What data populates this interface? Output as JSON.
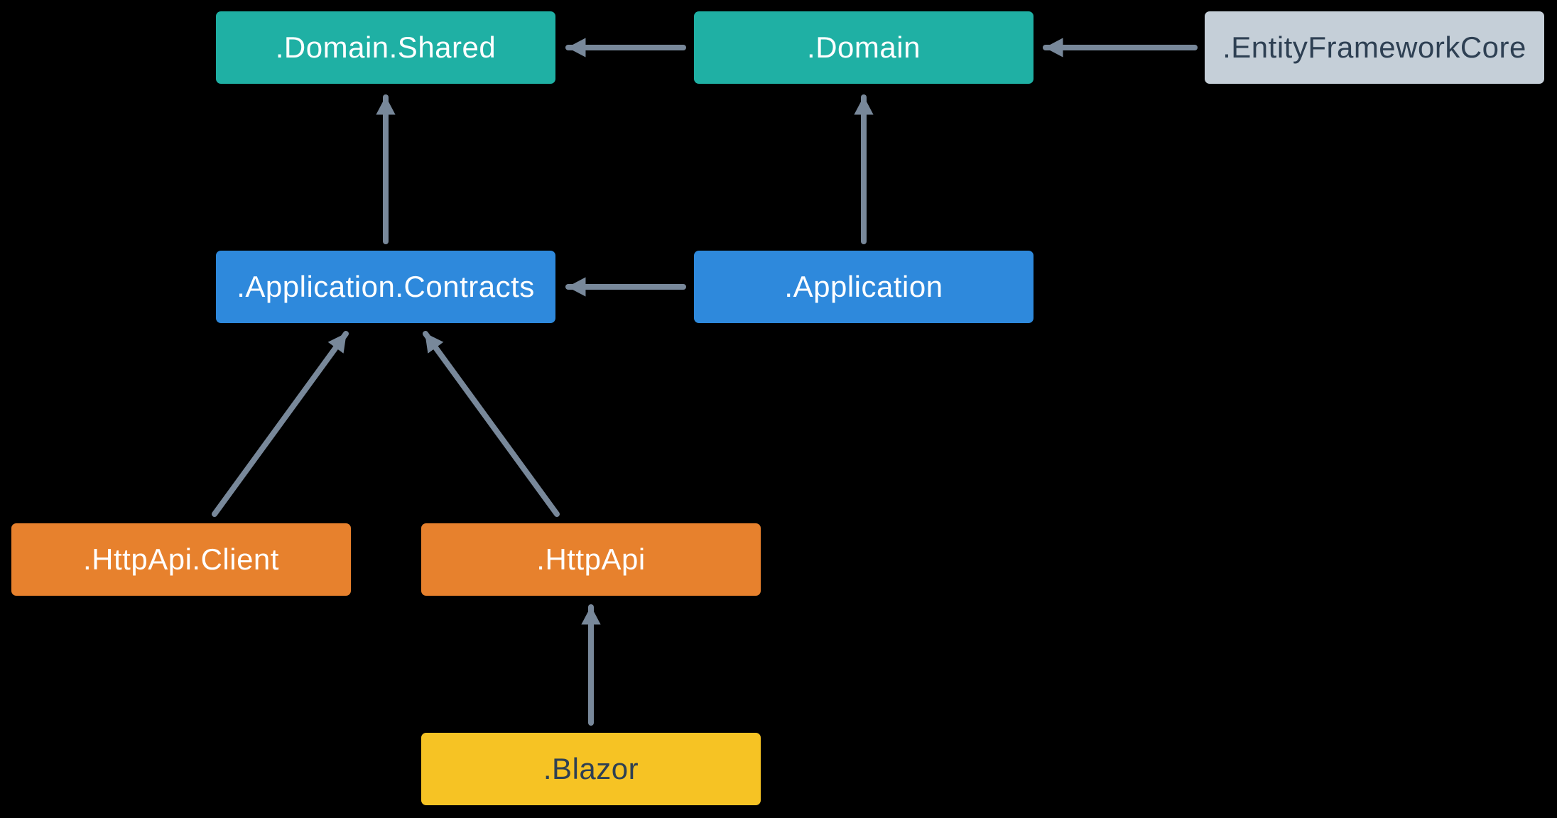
{
  "colors": {
    "background": "#000000",
    "teal": "#1FB0A4",
    "blue": "#2E89DC",
    "orange": "#E7812D",
    "yellow": "#F6C324",
    "gray": "#C5CFD8",
    "arrow": "#78889A",
    "text_light": "#FFFFFF",
    "text_dark": "#2E4053"
  },
  "nodes": {
    "domain_shared": {
      "label": ".Domain.Shared"
    },
    "domain": {
      "label": ".Domain"
    },
    "entity_framework_core": {
      "label": ".EntityFrameworkCore"
    },
    "application_contracts": {
      "label": ".Application.Contracts"
    },
    "application": {
      "label": ".Application"
    },
    "http_api_client": {
      "label": ".HttpApi.Client"
    },
    "http_api": {
      "label": ".HttpApi"
    },
    "blazor": {
      "label": ".Blazor"
    }
  },
  "edges": [
    {
      "from": ".Domain",
      "to": ".Domain.Shared"
    },
    {
      "from": ".EntityFrameworkCore",
      "to": ".Domain"
    },
    {
      "from": ".Application.Contracts",
      "to": ".Domain.Shared"
    },
    {
      "from": ".Application",
      "to": ".Domain"
    },
    {
      "from": ".Application",
      "to": ".Application.Contracts"
    },
    {
      "from": ".HttpApi.Client",
      "to": ".Application.Contracts"
    },
    {
      "from": ".HttpApi",
      "to": ".Application.Contracts"
    },
    {
      "from": ".Blazor",
      "to": ".HttpApi"
    }
  ]
}
